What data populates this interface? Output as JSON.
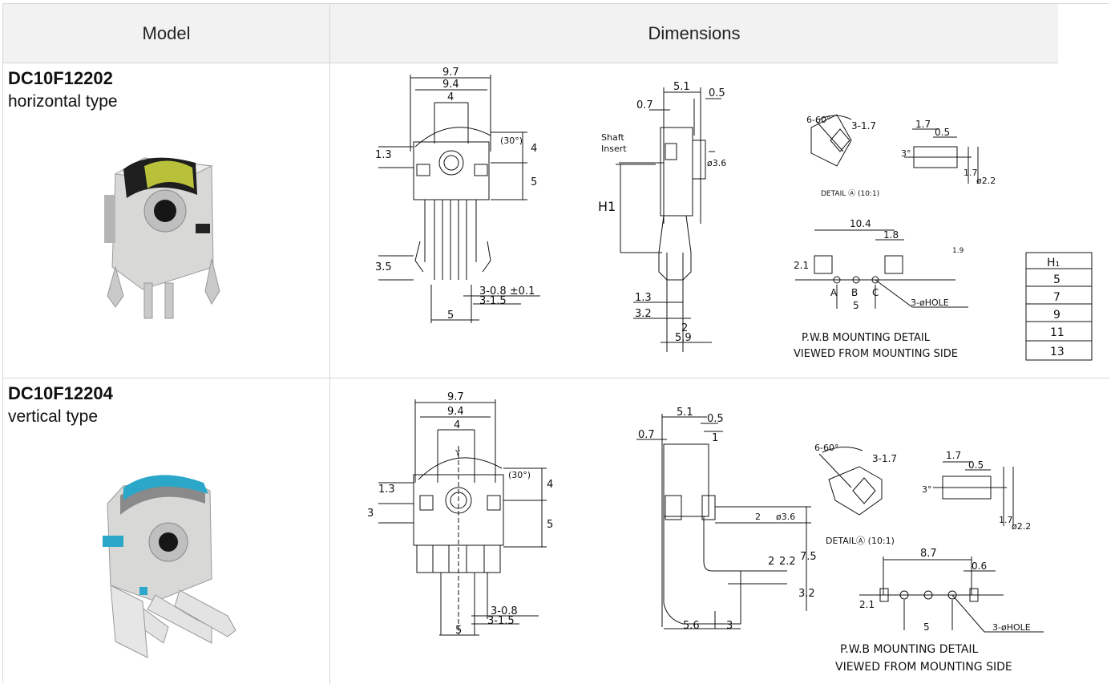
{
  "header": {
    "model_label": "Model",
    "dimensions_label": "Dimensions"
  },
  "products": [
    {
      "model": "DC10F12202",
      "type": "horizontal type",
      "accent": "#b9c13a",
      "front": {
        "w1": "9.7",
        "w2": "9.4",
        "w3": "4",
        "angle": "(30°)",
        "l1": "1.3",
        "r1": "4",
        "r2": "5",
        "l2": "3.5",
        "pin1": "3-0.8 ±0.1",
        "pin2": "3-1.5",
        "bot": "5"
      },
      "side": {
        "top1": "5.1",
        "top2": "0.5",
        "top3": "0.7",
        "shaft1": "Shaft",
        "shaft2": "Insert",
        "dia": "ø3.6",
        "h": "H1",
        "b1": "1.3",
        "b2": "3.2",
        "b3": "2",
        "b4": "5.9"
      },
      "detail": {
        "angle": "6-60°",
        "label1": "3-1.7",
        "caption": "DETAIL Ⓐ (10:1)",
        "t1": "1.7",
        "t2": "0.5",
        "t3": "3°",
        "t4": "1.7",
        "t5": "ø2.2"
      },
      "pwb": {
        "w": "10.4",
        "w2": "1.8",
        "w3": "1.9",
        "h": "2.1",
        "a": "A",
        "b": "B",
        "c": "C",
        "spacing": "5",
        "hole": "3-øHOLE",
        "caption1": "P.W.B MOUNTING DETAIL",
        "caption2": "VIEWED FROM MOUNTING SIDE"
      },
      "h_table": {
        "header": "H₁",
        "values": [
          "5",
          "7",
          "9",
          "11",
          "13"
        ]
      }
    },
    {
      "model": "DC10F12204",
      "type": "vertical type",
      "accent": "#2aa7c9",
      "front": {
        "w1": "9.7",
        "w2": "9.4",
        "w3": "4",
        "angle": "(30°)",
        "l1": "1.3",
        "l0": "3",
        "r1": "4",
        "r2": "5",
        "axis": "Y",
        "pin1": "3-0.8",
        "pin2": "3-1.5",
        "bot": "5"
      },
      "side": {
        "top1": "5.1",
        "top2": "0.5",
        "top3": "0.7",
        "top4": "1",
        "dia": "ø3.6",
        "d2": "2",
        "v1": "7.5",
        "v2": "2",
        "v3": "2.2",
        "v4": "3.2",
        "b1": "5.6",
        "b2": "3"
      },
      "detail": {
        "angle": "6-60°",
        "label1": "3-1.7",
        "caption": "DETAILⒶ (10:1)",
        "t1": "1.7",
        "t2": "0.5",
        "t3": "3°",
        "t4": "1.7",
        "t5": "ø2.2"
      },
      "pwb": {
        "w": "8.7",
        "w2": "0.6",
        "h": "2.1",
        "spacing": "5",
        "hole": "3-øHOLE",
        "caption1": "P.W.B MOUNTING DETAIL",
        "caption2": "VIEWED FROM MOUNTING SIDE"
      }
    }
  ]
}
